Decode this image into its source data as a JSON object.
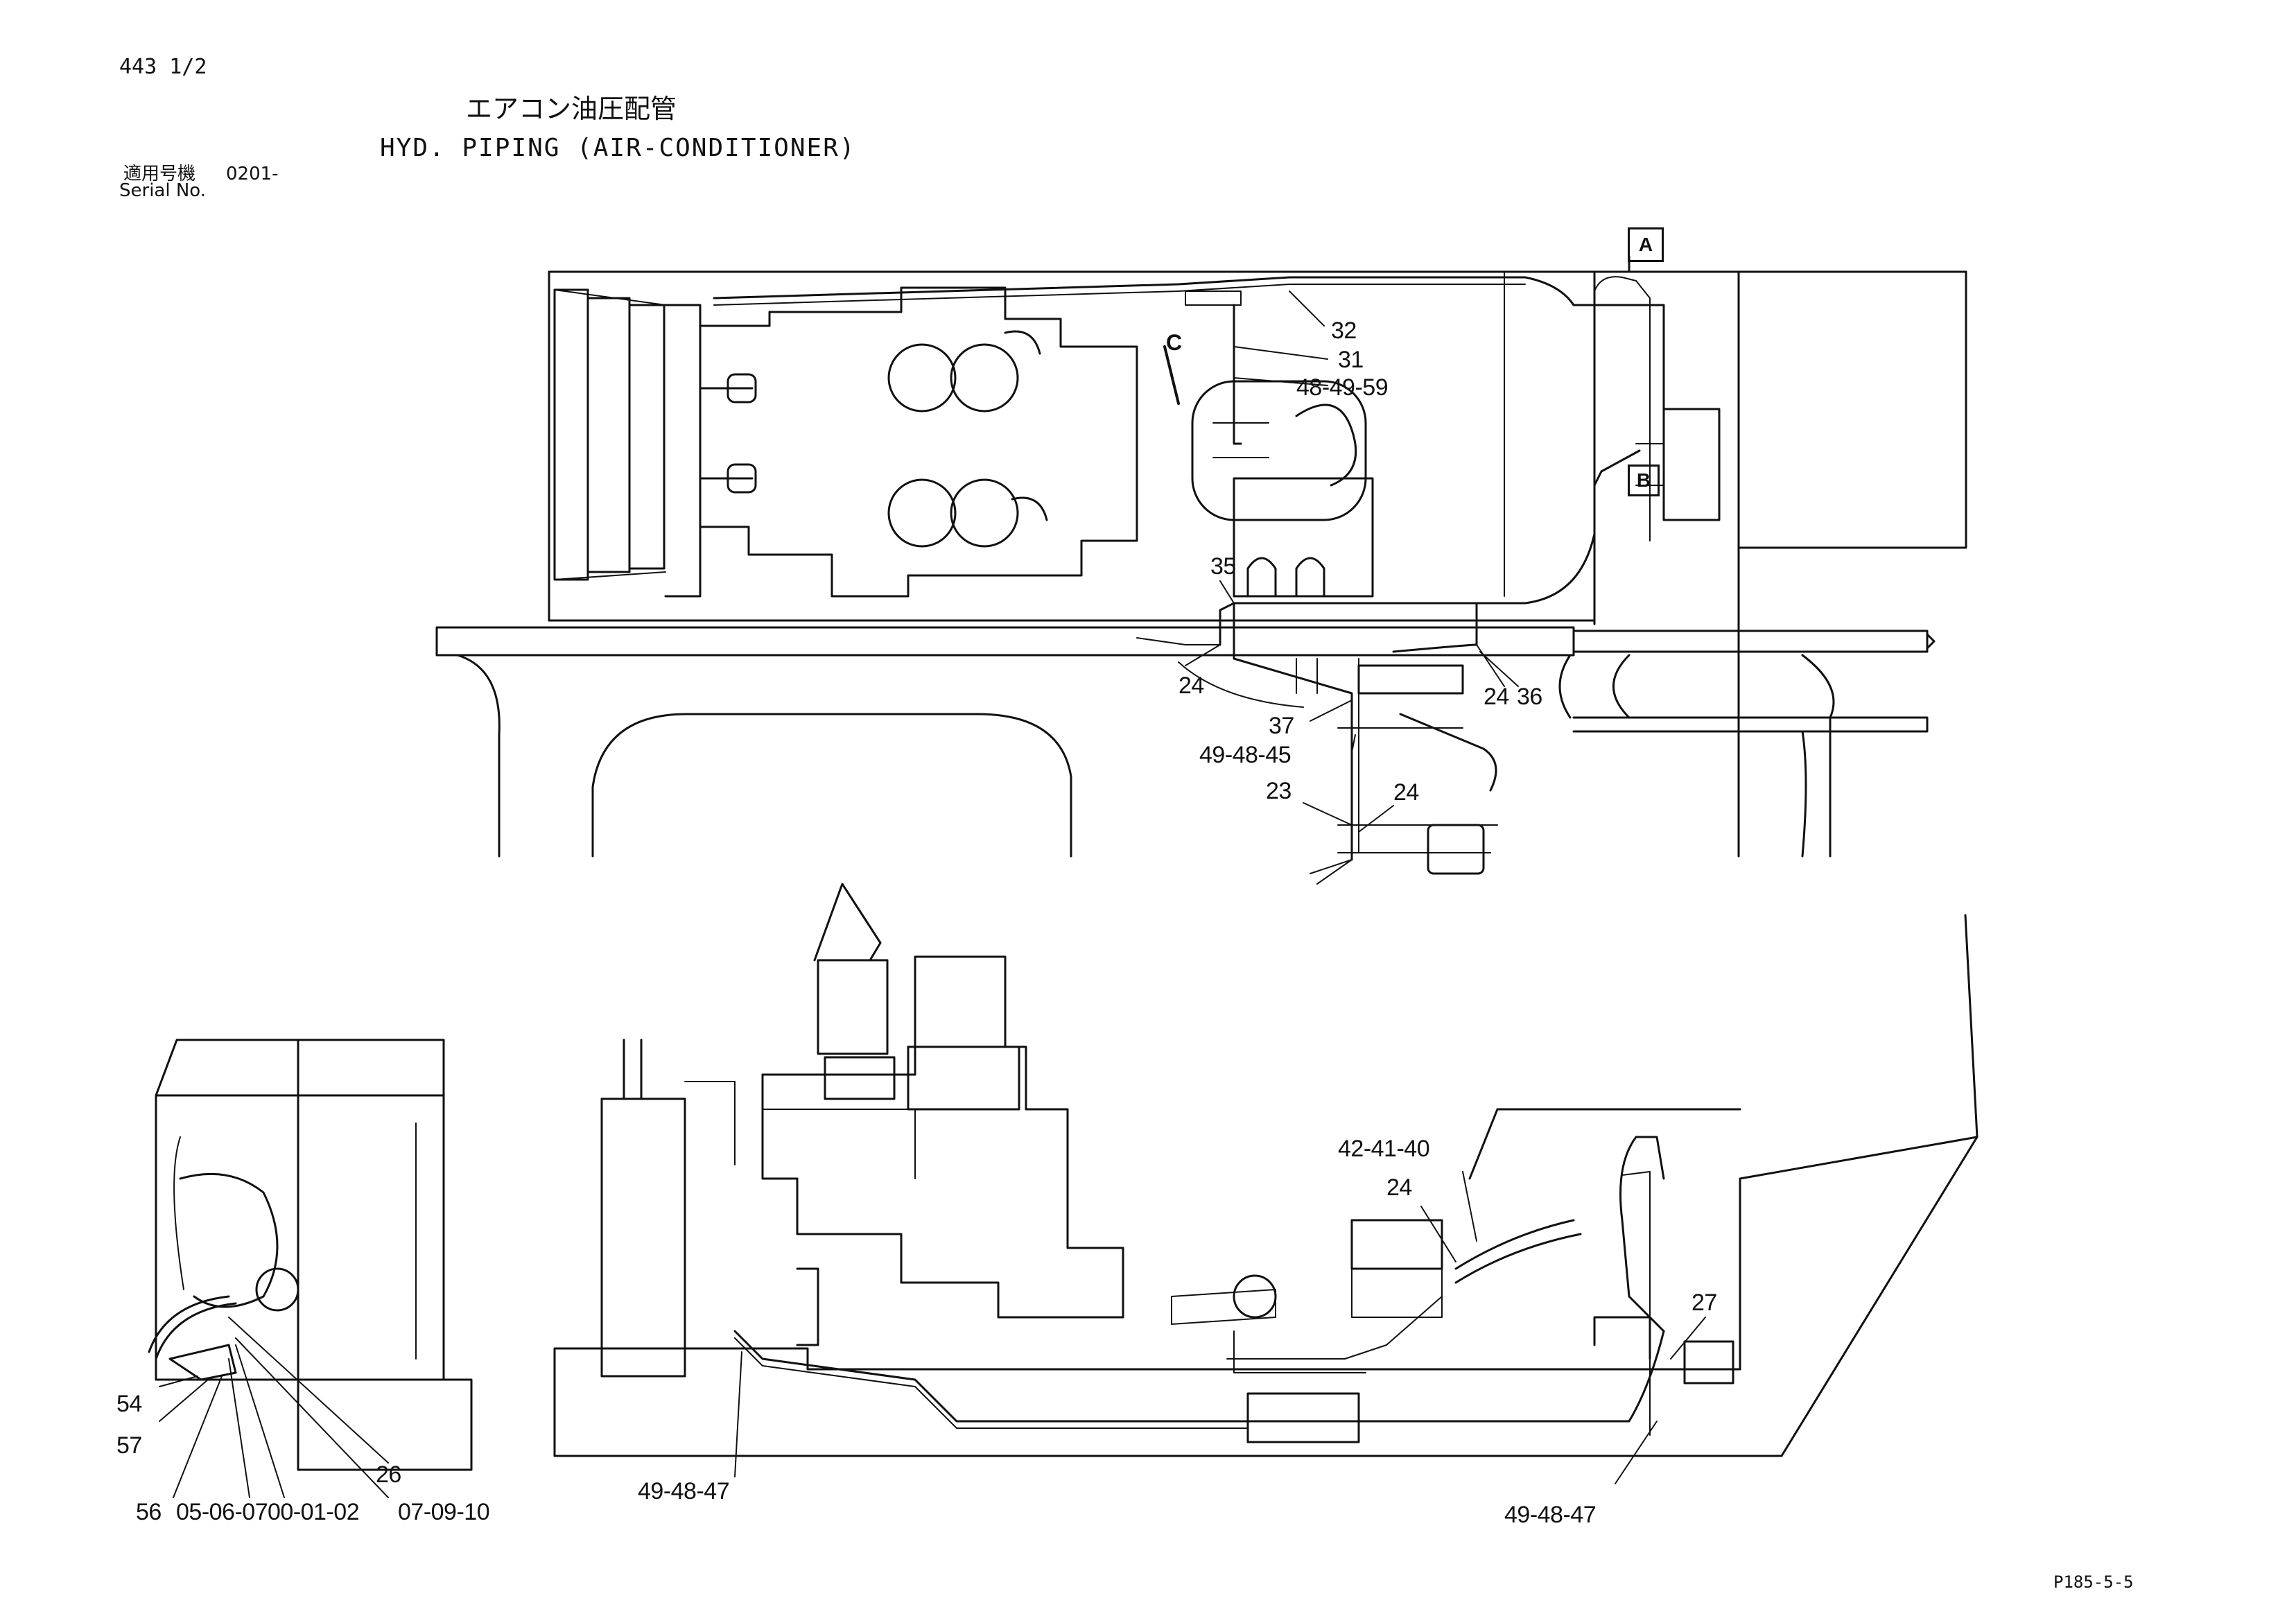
{
  "header": {
    "sheet_number": "443 1/2",
    "title_jp": "エアコン油圧配管",
    "title_en": "HYD. PIPING (AIR-CONDITIONER)",
    "serial_label_jp": "適用号機",
    "serial_value": "0201-",
    "serial_label_en": "Serial No."
  },
  "view_markers": {
    "a": "A",
    "b": "B",
    "c": "C"
  },
  "callouts": {
    "c32": "32",
    "c31": "31",
    "c48_49_59": "48-49-59",
    "c35": "35",
    "c24_left": "24",
    "c24_right": "24",
    "c36": "36",
    "c37": "37",
    "c49_48_45": "49-48-45",
    "c23": "23",
    "c24_lower": "24",
    "c42_41_40": "42-41-40",
    "c24_side": "24",
    "c27": "27",
    "c49_48_47_left": "49-48-47",
    "c49_48_47_right": "49-48-47",
    "c54": "54",
    "c57": "57",
    "c26": "26",
    "c56": "56",
    "c05_06_07": "05-06-07",
    "c00_01_02": "00-01-02",
    "c07_09_10": "07-09-10"
  },
  "footer": {
    "drawing_code": "P185-5-5"
  }
}
